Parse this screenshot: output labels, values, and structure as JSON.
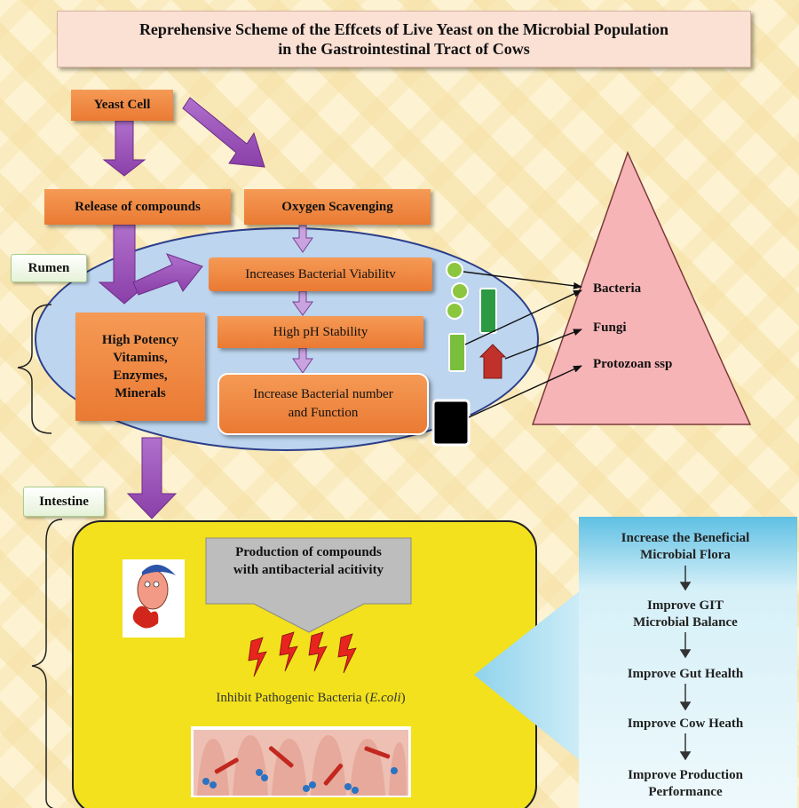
{
  "title": {
    "line1": "Reprehensive Scheme of the Effcets of Live Yeast on the Microbial Population",
    "line2": "in the Gastrointestinal Tract of Cows"
  },
  "boxes": {
    "yeast_cell": "Yeast Cell",
    "release_compounds": "Release of compounds",
    "oxygen_scavenging": "Oxygen Scavenging",
    "bacterial_viability": "Increases Bacterial Viabilitv",
    "ph_stability": "High pH Stability",
    "bacterial_number_1": "Increase Bacterial number",
    "bacterial_number_2": "and Function",
    "vitamins_1": "High Potency",
    "vitamins_2": "Vitamins,",
    "vitamins_3": "Enzymes,",
    "vitamins_4": "Minerals"
  },
  "tags": {
    "rumen": "Rumen",
    "intestine": "Intestine"
  },
  "triangle": {
    "bacteria": "Bacteria",
    "fungi": "Fungi",
    "protozoa": "Protozoan ssp"
  },
  "intestine": {
    "production_1": "Production of compounds",
    "production_2": "with antibacterial acitivity",
    "inhibit_prefix": "Inhibit Pathogenic Bacteria (",
    "inhibit_species": "E.coli",
    "inhibit_suffix": ")"
  },
  "flow": [
    "Increase the Beneficial",
    "Microbial Flora",
    "Improve GIT",
    "Microbial Balance",
    "Improve Gut Health",
    "Improve Cow Heath",
    "Improve Production",
    "Performance"
  ],
  "colors": {
    "orange": "#f08a45",
    "purple_arrow": "#9b52b8",
    "rumen_ellipse": "#bcd4ec",
    "intestine_yellow": "#f1e01a",
    "triangle_pink": "#f6b3b3",
    "flow_blue": "#bfe6f4"
  }
}
